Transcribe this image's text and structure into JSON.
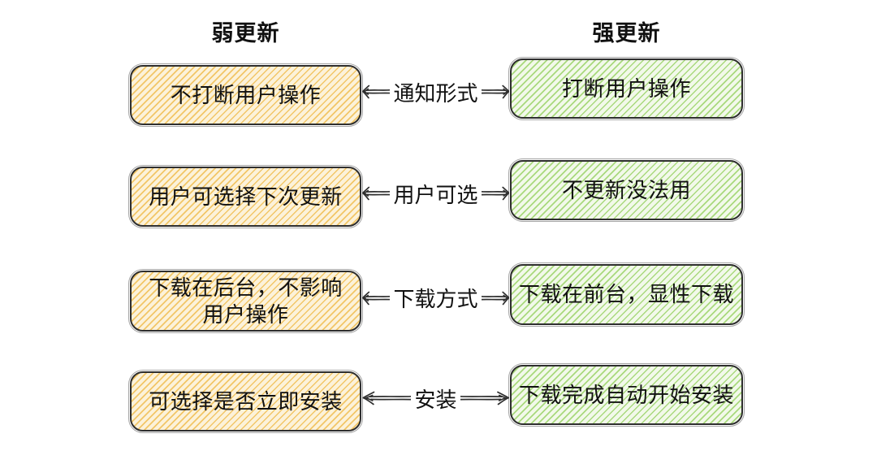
{
  "diagram": {
    "title_left": "弱更新",
    "title_right": "强更新",
    "colors": {
      "background": "#ffffff",
      "text": "#111111",
      "stroke": "#2e2e2e",
      "left_fill": "#FCF2DA",
      "left_hatch": "#F2C667",
      "right_fill": "#F2F9EA",
      "right_hatch": "#A9D97D"
    },
    "rows": [
      {
        "left": "不打断用户操作",
        "label": "通知形式",
        "right": "打断用户操作"
      },
      {
        "left": "用户可选择下次更新",
        "label": "用户可选",
        "right": "不更新没法用"
      },
      {
        "left": "下载在后台，不影响\n用户操作",
        "label": "下载方式",
        "right": "下载在前台，显性下载"
      },
      {
        "left": "可选择是否立即安装",
        "label": "安装",
        "right": "下载完成自动开始安装"
      }
    ]
  }
}
